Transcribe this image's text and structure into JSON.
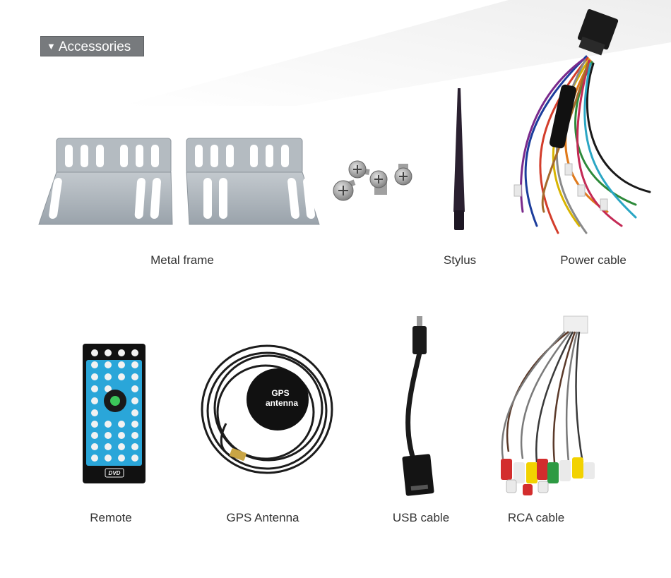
{
  "header": {
    "title": "Accessories",
    "toggle_icon": "triangle-down-icon"
  },
  "accessories": [
    {
      "label": "Metal frame"
    },
    {
      "label": "Stylus"
    },
    {
      "label": "Power cable"
    },
    {
      "label": "Remote"
    },
    {
      "label": "GPS Antenna"
    },
    {
      "label": "USB cable"
    },
    {
      "label": "RCA cable"
    }
  ],
  "antenna_print": {
    "line1": "GPS",
    "line2": "antenna"
  },
  "remote_print": {
    "logo": "DVD"
  },
  "colors": {
    "tag_bg": "#777a7d",
    "frame": "#a9b1b8",
    "cable": "#1c1c1c"
  }
}
